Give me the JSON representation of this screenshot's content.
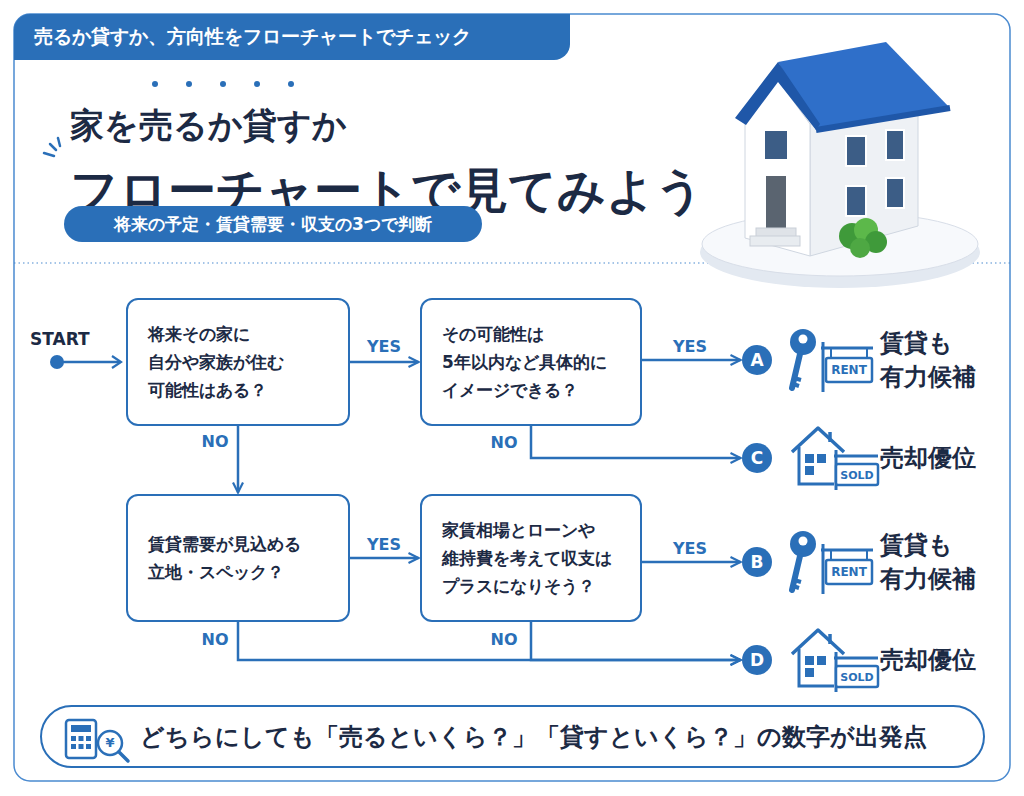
{
  "diagram": {
    "title": "家を売るか貸すか フローチャートで見てみよう",
    "nodes": [
      {
        "text": [
          "売るか貸すか、方向性をフローチャートでチェック"
        ]
      },
      {
        "text": [
          "将来の予定・賃貸需要・収支の3つで判断"
        ]
      },
      {
        "text": [
          "将来その家に 自分や家族が住む 可能性はある？"
        ]
      },
      {
        "text": [
          "その可能性は 5年以内など具体的に イメージできる？"
        ]
      },
      {
        "text": [
          "A"
        ]
      },
      {
        "text": [
          "C"
        ]
      },
      {
        "text": [
          "賃貸需要が見込める 立地・スペック？"
        ]
      },
      {
        "text": [
          "家賃相場とローンや 維持費を考えて収支は プラスになりそう？"
        ]
      },
      {
        "text": [
          "B"
        ]
      },
      {
        "text": [
          "D"
        ]
      },
      {
        "text": [
          "どちらにしても「売るといくら？」「貸すといくら？」の数字が出発点"
        ]
      }
    ],
    "edges": [
      {
        "from": 2,
        "to": 3,
        "arrow": "to",
        "label": "YES"
      },
      {
        "from": 3,
        "to": 4,
        "arrow": "to",
        "label": "YES"
      },
      {
        "from": 3,
        "to": 5,
        "arrow": "to",
        "label": "NO"
      },
      {
        "from": 2,
        "to": 6,
        "arrow": "to",
        "label": "NO"
      },
      {
        "from": 6,
        "to": 7,
        "arrow": "to",
        "label": "YES"
      },
      {
        "from": 7,
        "to": 8,
        "arrow": "to",
        "label": "YES"
      },
      {
        "from": 6,
        "to": 9,
        "arrow": "to",
        "label": "NO"
      },
      {
        "from": 7,
        "to": 9,
        "arrow": "to",
        "label": "NO"
      }
    ],
    "labels": [
      "START",
      "RENT",
      "賃貸も 有力候補",
      "SOLD",
      "売却優位",
      "RENT",
      "賃貸も 有力候補",
      "SOLD",
      "売却優位",
      "¥"
    ]
  }
}
